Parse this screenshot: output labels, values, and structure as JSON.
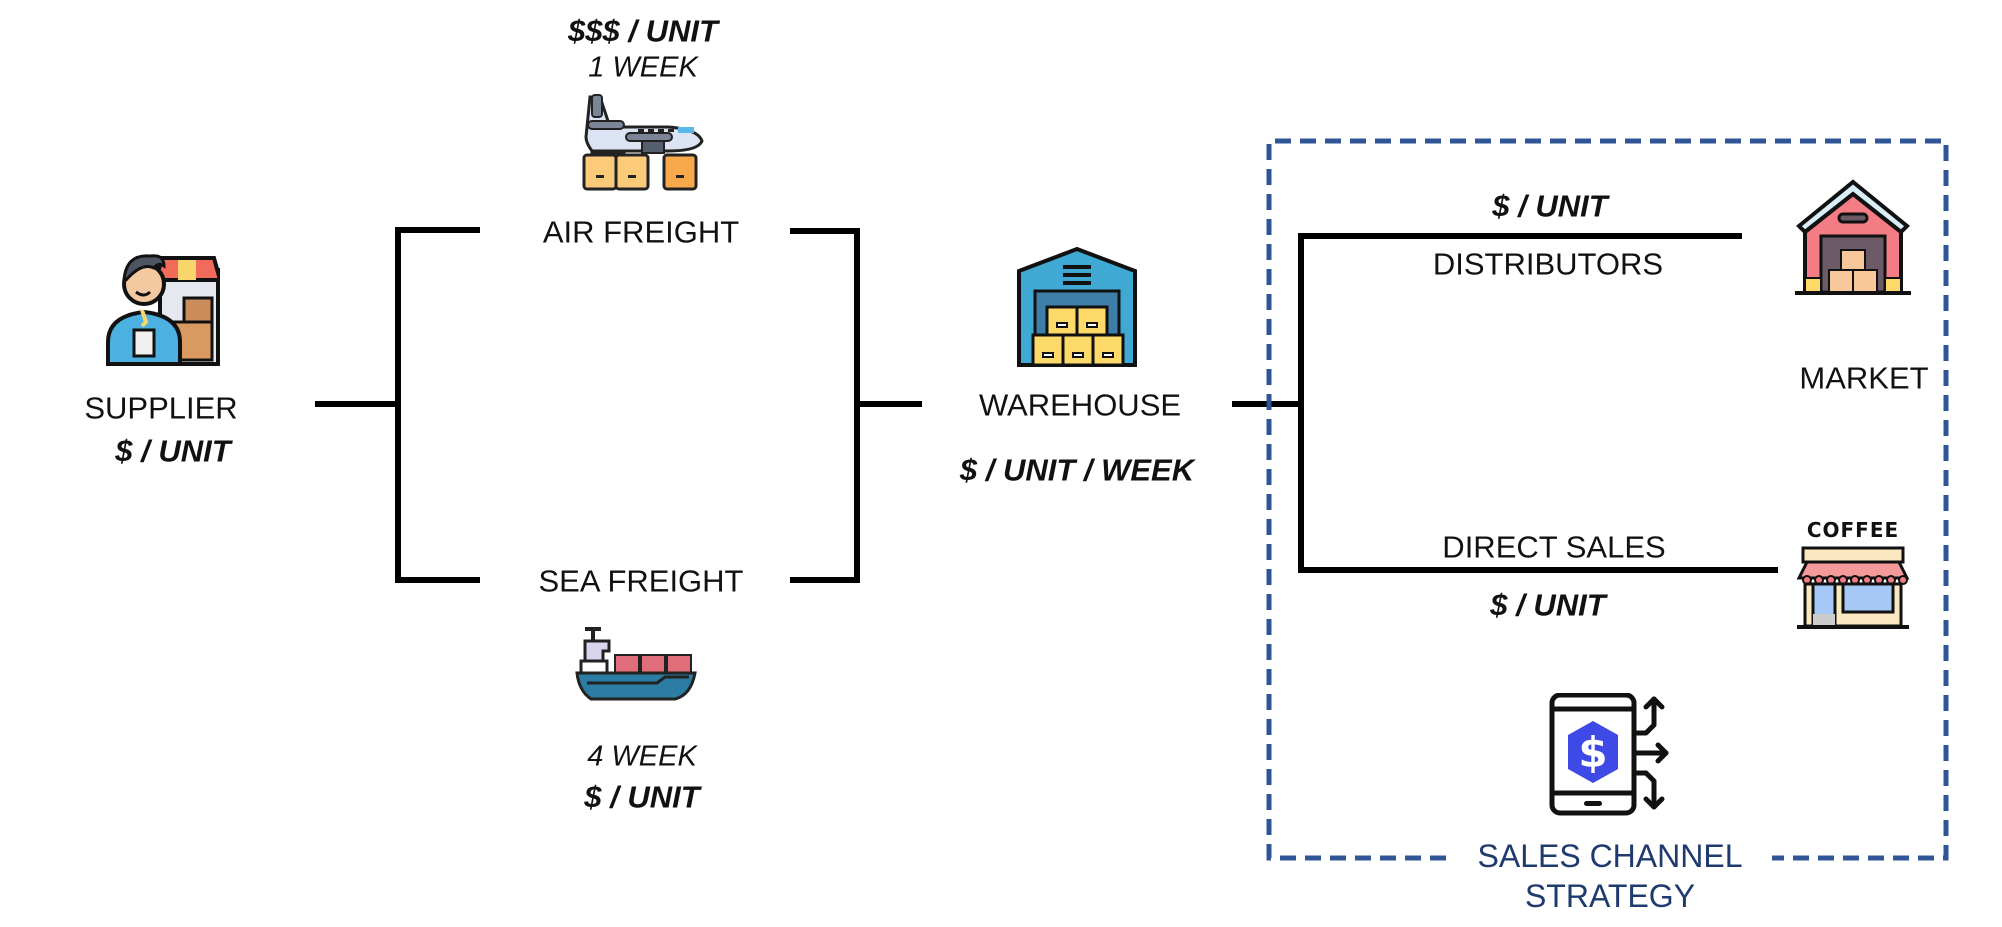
{
  "diagram": {
    "supplier": {
      "label": "SUPPLIER",
      "cost": "$ / UNIT",
      "icon": "supplier-icon"
    },
    "air_freight": {
      "label": "AIR FREIGHT",
      "cost": "$$$ / UNIT",
      "lead_time": "1 WEEK",
      "icon": "airplane-cargo-icon"
    },
    "sea_freight": {
      "label": "SEA FREIGHT",
      "cost": "$ / UNIT",
      "lead_time": "4 WEEK",
      "icon": "cargo-ship-icon"
    },
    "warehouse": {
      "label": "WAREHOUSE",
      "cost": "$ / UNIT / WEEK",
      "icon": "warehouse-icon"
    },
    "distributors": {
      "label": "DISTRIBUTORS",
      "cost": "$ / UNIT"
    },
    "market": {
      "label": "MARKET",
      "icon": "market-store-icon"
    },
    "direct_sales": {
      "label": "DIRECT SALES",
      "cost": "$ / UNIT",
      "icon": "coffee-shop-icon",
      "shop_sign": "COFFEE"
    },
    "sales_channel": {
      "label_line1": "SALES CHANNEL",
      "label_line2": "STRATEGY",
      "icon": "mobile-payment-icon"
    }
  },
  "colors": {
    "line": "#000000",
    "dashed_box": "#2f5597",
    "strategy_text": "#1f3a6e",
    "dollar_hex": "#3f49e6"
  }
}
